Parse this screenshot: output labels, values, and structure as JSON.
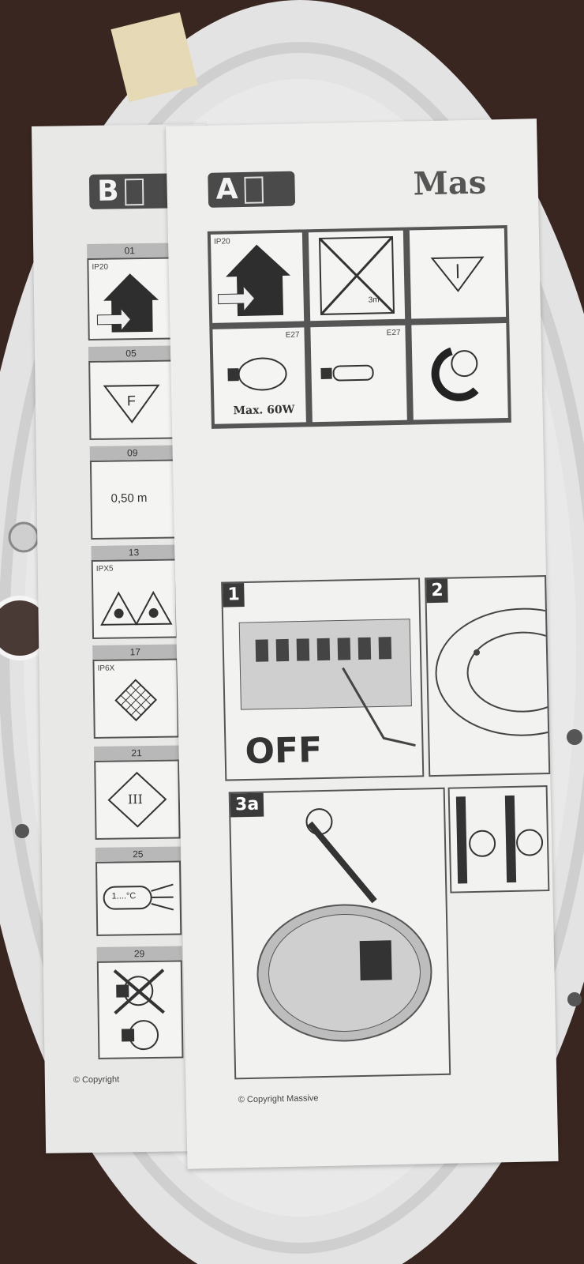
{
  "sheet_b": {
    "tab_letter": "B",
    "numbers": [
      "01",
      "05",
      "09",
      "13",
      "17",
      "21",
      "25",
      "29"
    ],
    "ip20": "IP20",
    "distance": "0,50 m",
    "ipx5": "IPX5",
    "ip6x": "IP6X",
    "class3": "III",
    "temp": "1....°C",
    "copyright": "© Copyright"
  },
  "sheet_a": {
    "tab_letter": "A",
    "brand": "Mas",
    "ip20": "IP20",
    "distance": "3m",
    "e27_a": "E27",
    "e27_b": "E27",
    "max_watt": "Max. 60W",
    "step1": "1",
    "off_label": "OFF",
    "step2": "2",
    "step3a": "3a",
    "copyright": "© Copyright Massive"
  },
  "colors": {
    "background": "#3a2620",
    "paper": "#eeeeec",
    "ink": "#3a3a3a"
  }
}
